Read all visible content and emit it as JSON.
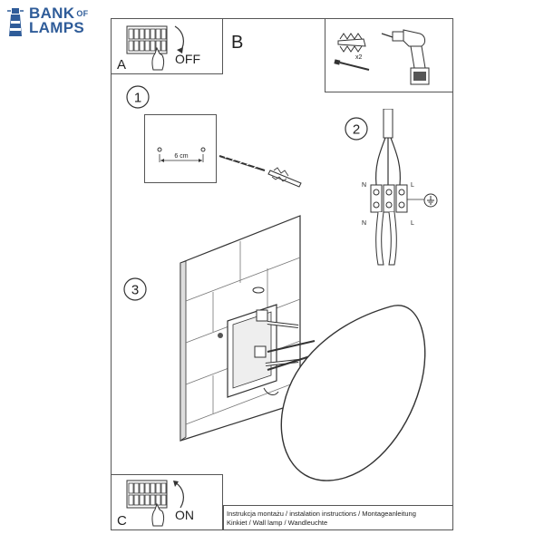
{
  "brand": {
    "line1": "BANK",
    "of": "OF",
    "line2": "LAMPS"
  },
  "panels": {
    "a": {
      "letter": "A",
      "state": "OFF"
    },
    "b": {
      "letter": "B",
      "screw_qty": "x2"
    },
    "c": {
      "letter": "C",
      "state": "ON"
    }
  },
  "steps": {
    "step1": {
      "number": "1",
      "distance": "6 cm"
    },
    "step2": {
      "number": "2",
      "terminal_n": "N",
      "terminal_l": "L"
    },
    "step3": {
      "number": "3"
    }
  },
  "footer": {
    "line1": "Instrukcja montażu / instalation instructions / Montageanleitung",
    "line2": "Kinkiet / Wall lamp / Wandleuchte"
  }
}
